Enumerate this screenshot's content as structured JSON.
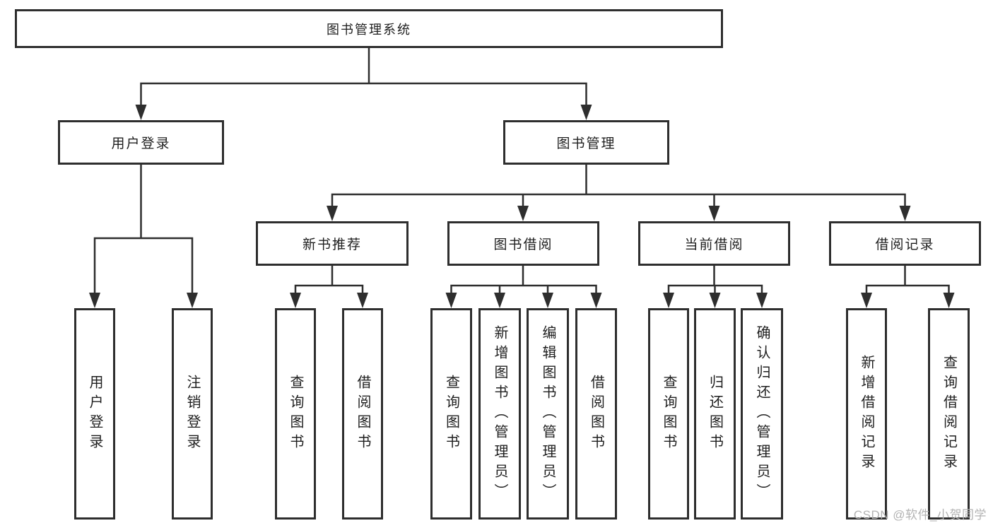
{
  "colors": {
    "line-color": "#2e2e2e",
    "text-color": "#1f1f1f",
    "box-bg": "#ffffff",
    "page-bg": "#ffffff",
    "watermark-color": "#b3b3b3"
  },
  "diagram": {
    "root": {
      "label": "图书管理系统"
    },
    "branches": [
      {
        "label": "用户登录",
        "children": [
          {
            "label": "用户登录"
          },
          {
            "label": "注销登录"
          }
        ]
      },
      {
        "label": "图书管理",
        "groups": [
          {
            "label": "新书推荐",
            "children": [
              {
                "label": "查询图书"
              },
              {
                "label": "借阅图书"
              }
            ]
          },
          {
            "label": "图书借阅",
            "children": [
              {
                "label": "查询图书"
              },
              {
                "label": "新增图书（管理员）"
              },
              {
                "label": "编辑图书（管理员）"
              },
              {
                "label": "借阅图书"
              }
            ]
          },
          {
            "label": "当前借阅",
            "children": [
              {
                "label": "查询图书"
              },
              {
                "label": "归还图书"
              },
              {
                "label": "确认归还（管理员）"
              }
            ]
          },
          {
            "label": "借阅记录",
            "children": [
              {
                "label": "新增借阅记录"
              },
              {
                "label": "查询借阅记录"
              }
            ]
          }
        ]
      }
    ],
    "watermark": "CSDN @软件_小贺同学"
  }
}
